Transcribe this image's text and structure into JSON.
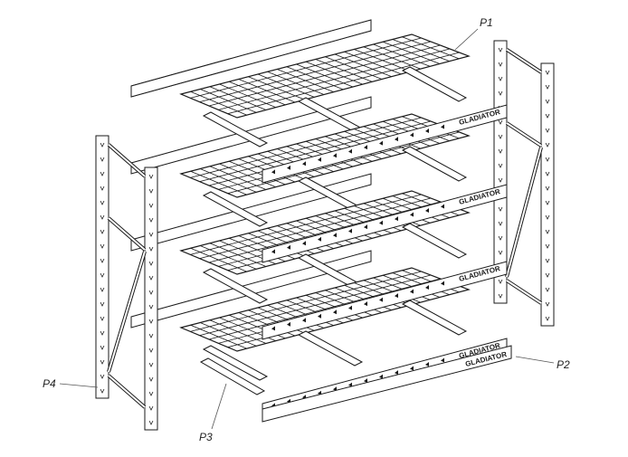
{
  "labels": {
    "p1": "P1",
    "p2": "P2",
    "p3": "P3",
    "p4": "P4"
  },
  "logo_text": "GLADIATOR",
  "colors": {
    "line": "#1a1a1a",
    "fill": "#ffffff",
    "shade": "#cfcfcf"
  }
}
